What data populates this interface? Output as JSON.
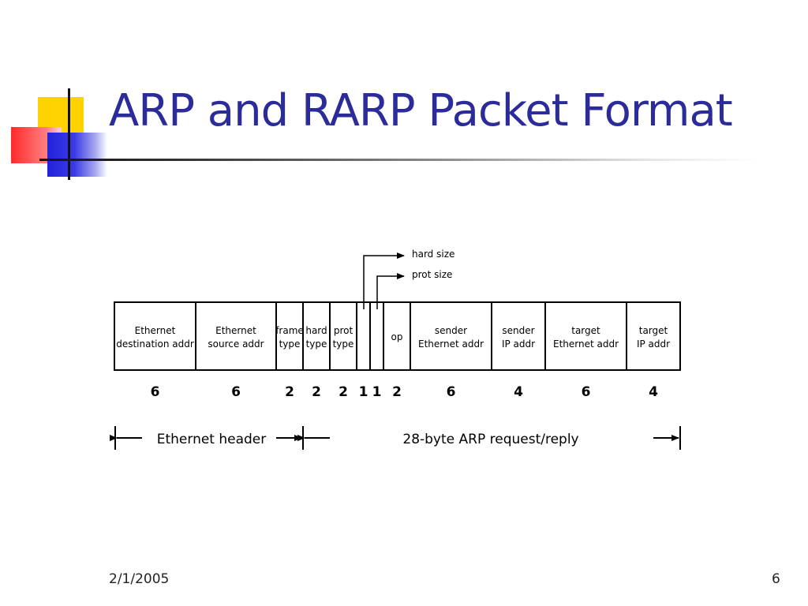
{
  "slide": {
    "title": "ARP and RARP Packet Format",
    "date": "2/1/2005",
    "page_number": "6"
  },
  "diagram": {
    "fields": [
      {
        "lines": [
          "Ethernet",
          "destination addr"
        ],
        "bytes": "6"
      },
      {
        "lines": [
          "Ethernet",
          "source addr"
        ],
        "bytes": "6"
      },
      {
        "lines": [
          "frame",
          "type"
        ],
        "bytes": "2"
      },
      {
        "lines": [
          "hard",
          "type"
        ],
        "bytes": "2"
      },
      {
        "lines": [
          "prot",
          "type"
        ],
        "bytes": "2"
      },
      {
        "lines": [],
        "bytes": "1"
      },
      {
        "lines": [],
        "bytes": "1"
      },
      {
        "lines": [
          "op"
        ],
        "bytes": "2"
      },
      {
        "lines": [
          "sender",
          "Ethernet addr"
        ],
        "bytes": "6"
      },
      {
        "lines": [
          "sender",
          "IP addr"
        ],
        "bytes": "4"
      },
      {
        "lines": [
          "target",
          "Ethernet addr"
        ],
        "bytes": "6"
      },
      {
        "lines": [
          "target",
          "IP addr"
        ],
        "bytes": "4"
      }
    ],
    "callouts": {
      "hard_size": "hard size",
      "prot_size": "prot size"
    },
    "spans": {
      "ethernet_header": "Ethernet header",
      "arp_body": "28-byte ARP request/reply"
    }
  }
}
